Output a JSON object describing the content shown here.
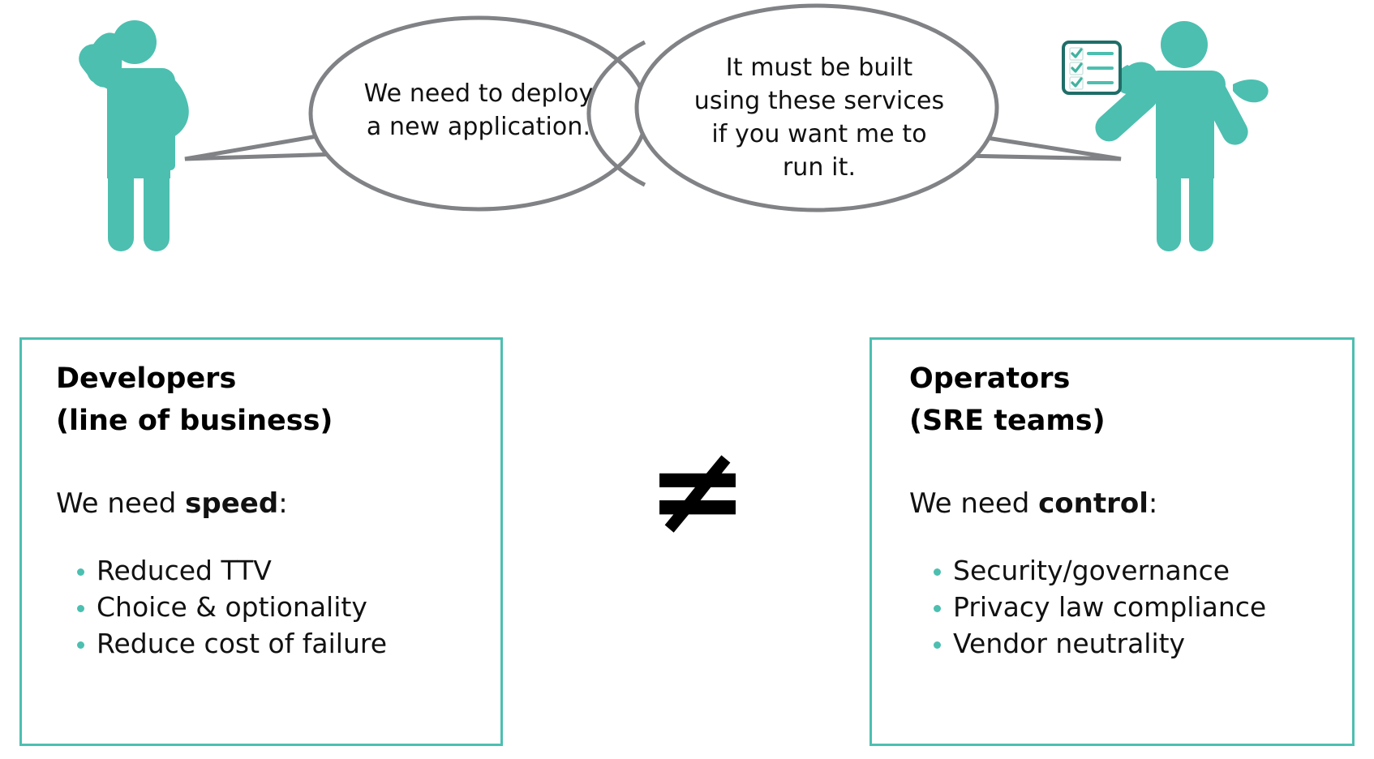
{
  "scene": {
    "left_person": {
      "name": "developer-figure",
      "pose": "hand-on-head-confused"
    },
    "right_person": {
      "name": "operator-figure",
      "pose": "pointing-at-checklist"
    },
    "checklist_icon": {
      "name": "checklist-icon",
      "rows": 3
    },
    "bubbles": [
      {
        "id": "left",
        "speaker": "developer",
        "text": "We need to deploy\na new application."
      },
      {
        "id": "right",
        "speaker": "operator",
        "text": "It must be built\nusing these services\nif you want me to\nrun it."
      }
    ]
  },
  "comparison": {
    "symbol": "≠"
  },
  "cards": {
    "developers": {
      "title": "Developers\n(line of business)",
      "lead_prefix": "We need ",
      "lead_strong": "speed",
      "lead_suffix": ":",
      "bullets": [
        "Reduced TTV",
        "Choice & optionality",
        "Reduce cost of failure"
      ]
    },
    "operators": {
      "title": "Operators\n(SRE teams)",
      "lead_prefix": "We need ",
      "lead_strong": "control",
      "lead_suffix": ":",
      "bullets": [
        "Security/governance",
        "Privacy law compliance",
        "Vendor neutrality"
      ]
    }
  },
  "colors": {
    "teal": "#4CBFB0",
    "teal_dark": "#1F6E68",
    "bubble_stroke": "#808285",
    "text": "#111111"
  }
}
